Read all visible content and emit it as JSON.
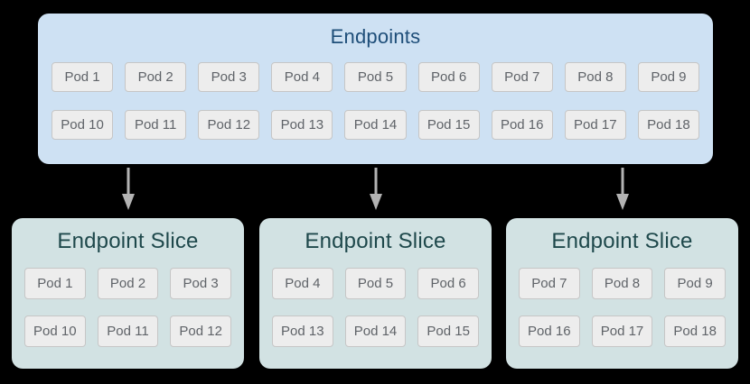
{
  "endpoints": {
    "title": "Endpoints",
    "rows": [
      [
        "Pod 1",
        "Pod 2",
        "Pod 3",
        "Pod 4",
        "Pod 5",
        "Pod 6",
        "Pod 7",
        "Pod 8",
        "Pod 9"
      ],
      [
        "Pod 10",
        "Pod 11",
        "Pod 12",
        "Pod 13",
        "Pod 14",
        "Pod 15",
        "Pod 16",
        "Pod 17",
        "Pod 18"
      ]
    ]
  },
  "slices": [
    {
      "title": "Endpoint Slice",
      "rows": [
        [
          "Pod 1",
          "Pod 2",
          "Pod 3"
        ],
        [
          "Pod 10",
          "Pod 11",
          "Pod 12"
        ]
      ]
    },
    {
      "title": "Endpoint Slice",
      "rows": [
        [
          "Pod 4",
          "Pod 5",
          "Pod 6"
        ],
        [
          "Pod 13",
          "Pod 14",
          "Pod 15"
        ]
      ]
    },
    {
      "title": "Endpoint Slice",
      "rows": [
        [
          "Pod 7",
          "Pod 8",
          "Pod 9"
        ],
        [
          "Pod 16",
          "Pod 17",
          "Pod 18"
        ]
      ]
    }
  ],
  "icons": {
    "down_arrow": "down-arrow"
  },
  "colors": {
    "background": "#000000",
    "endpoints_box_fill": "#cee1f3",
    "endpoints_title_text": "#1e4e79",
    "slice_box_fill": "#d2e2e3",
    "slice_title_text": "#1e484b",
    "pod_fill": "#ededed",
    "pod_border": "#c6c6c6",
    "pod_text": "#5f6368",
    "arrow": "#b3b3b3"
  }
}
